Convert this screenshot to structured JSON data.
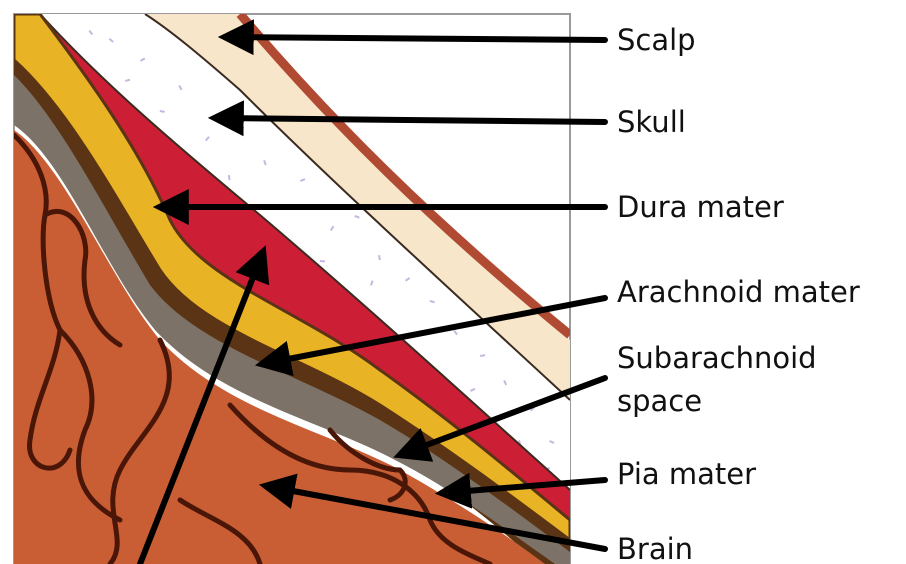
{
  "labels": {
    "scalp": "Scalp",
    "skull": "Skull",
    "dura": "Dura mater",
    "arachnoid": "Arachnoid mater",
    "subarachnoid_line1": "Subarachnoid",
    "subarachnoid_line2": "space",
    "pia": "Pia mater",
    "brain": "Brain"
  },
  "colors": {
    "scalp": "#f7e6c9",
    "scalp_edge": "#b04a32",
    "skull": "#ffffff",
    "skull_dots": "#c8b6e0",
    "dura": "#cc1f36",
    "arachnoid": "#e8b325",
    "arachnoid_edge": "#5a3414",
    "subarachnoid": "#7c7268",
    "brain": "#c95e34",
    "sulcus": "#4a1608",
    "arrow": "#000000"
  }
}
